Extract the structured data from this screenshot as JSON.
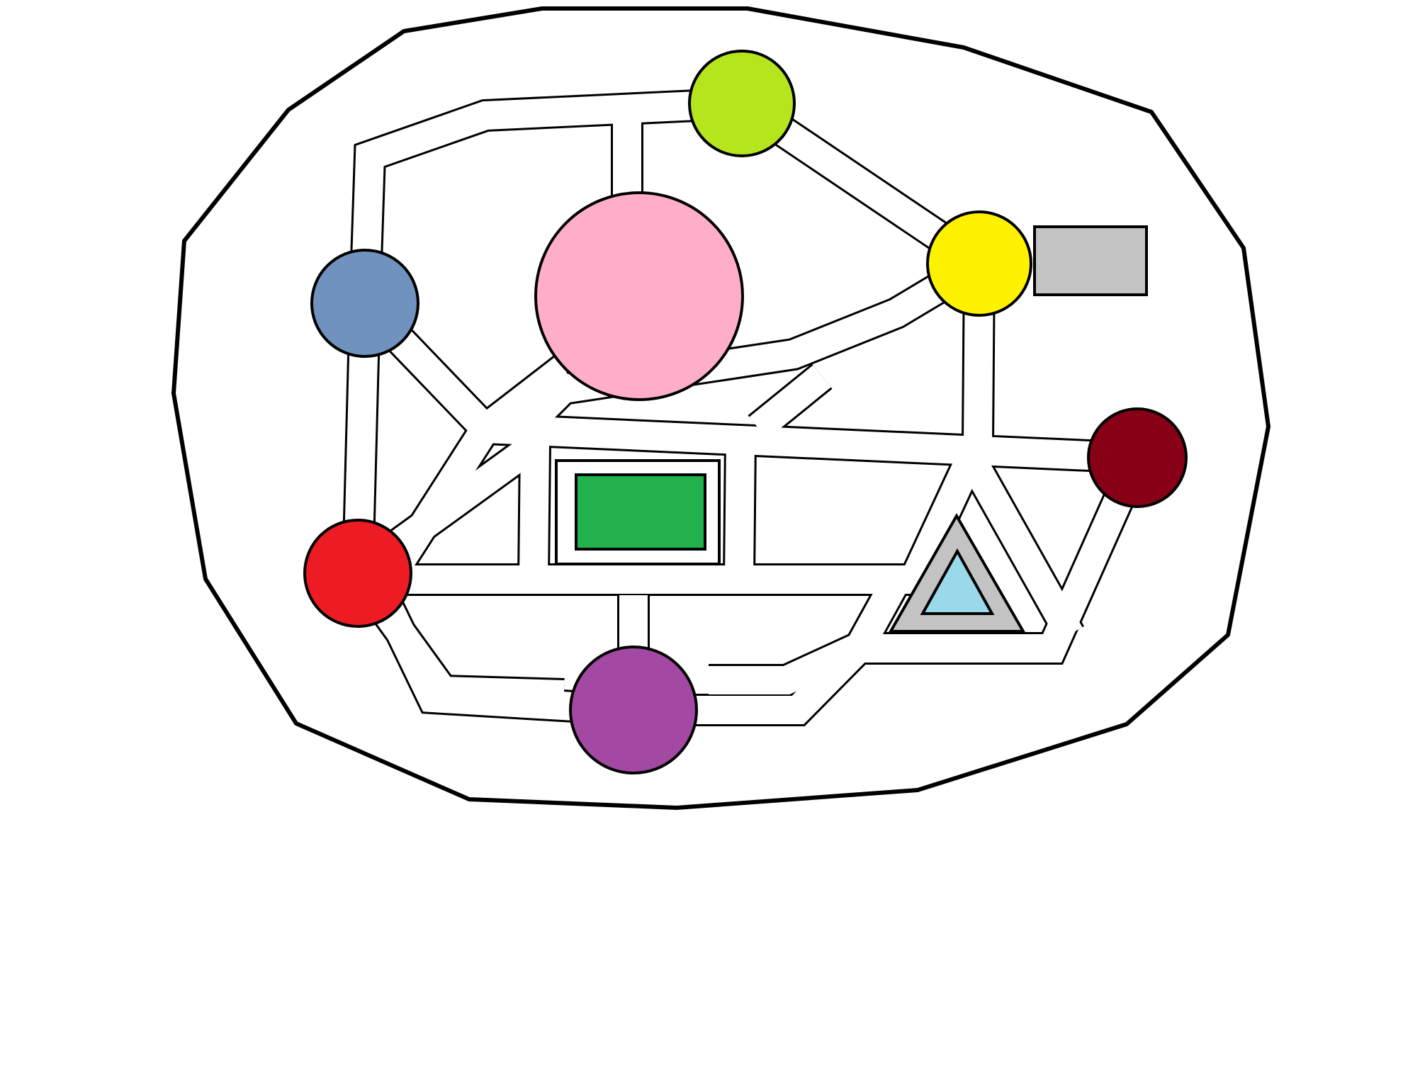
{
  "colors": {
    "background": "#ffffff",
    "outline": "#000000",
    "road_fill": "#ffffff",
    "boundary": "#000000"
  },
  "nodes": [
    {
      "id": "lime-node",
      "color": "#b5e61d"
    },
    {
      "id": "pink-node",
      "color": "#ffaec9"
    },
    {
      "id": "blue-node",
      "color": "#7092be"
    },
    {
      "id": "yellow-node",
      "color": "#fff200"
    },
    {
      "id": "dark-red-node",
      "color": "#880015"
    },
    {
      "id": "red-node",
      "color": "#ed1c24"
    },
    {
      "id": "purple-node",
      "color": "#a349a4"
    }
  ],
  "buildings": [
    {
      "id": "gray-rectangle",
      "color": "#c3c3c3"
    },
    {
      "id": "green-rectangle",
      "color": "#22b14c"
    },
    {
      "id": "gray-triangle",
      "color": "#c3c3c3"
    },
    {
      "id": "light-blue-triangle",
      "color": "#99d9ea"
    }
  ]
}
